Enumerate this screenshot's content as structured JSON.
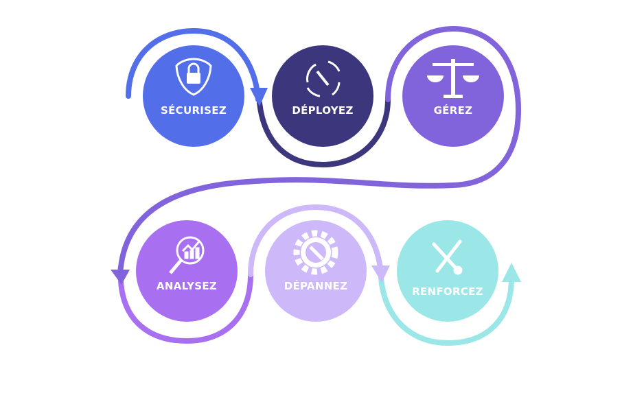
{
  "steps": [
    {
      "label": "SÉCURISEZ",
      "icon": "shield-lock-icon",
      "color": "#526ee9"
    },
    {
      "label": "DÉPLOYEZ",
      "icon": "cycle-wrench-icon",
      "color": "#3c367d"
    },
    {
      "label": "GÉREZ",
      "icon": "scales-icon",
      "color": "#8163dc"
    },
    {
      "label": "ANALYSEZ",
      "icon": "magnifier-chart-icon",
      "color": "#a86ff0"
    },
    {
      "label": "DÉPANNEZ",
      "icon": "gear-wrench-icon",
      "color": "#cdb8fa"
    },
    {
      "label": "RENFORCEZ",
      "icon": "wrench-screwdriver-icon",
      "color": "#9be6e6"
    }
  ]
}
